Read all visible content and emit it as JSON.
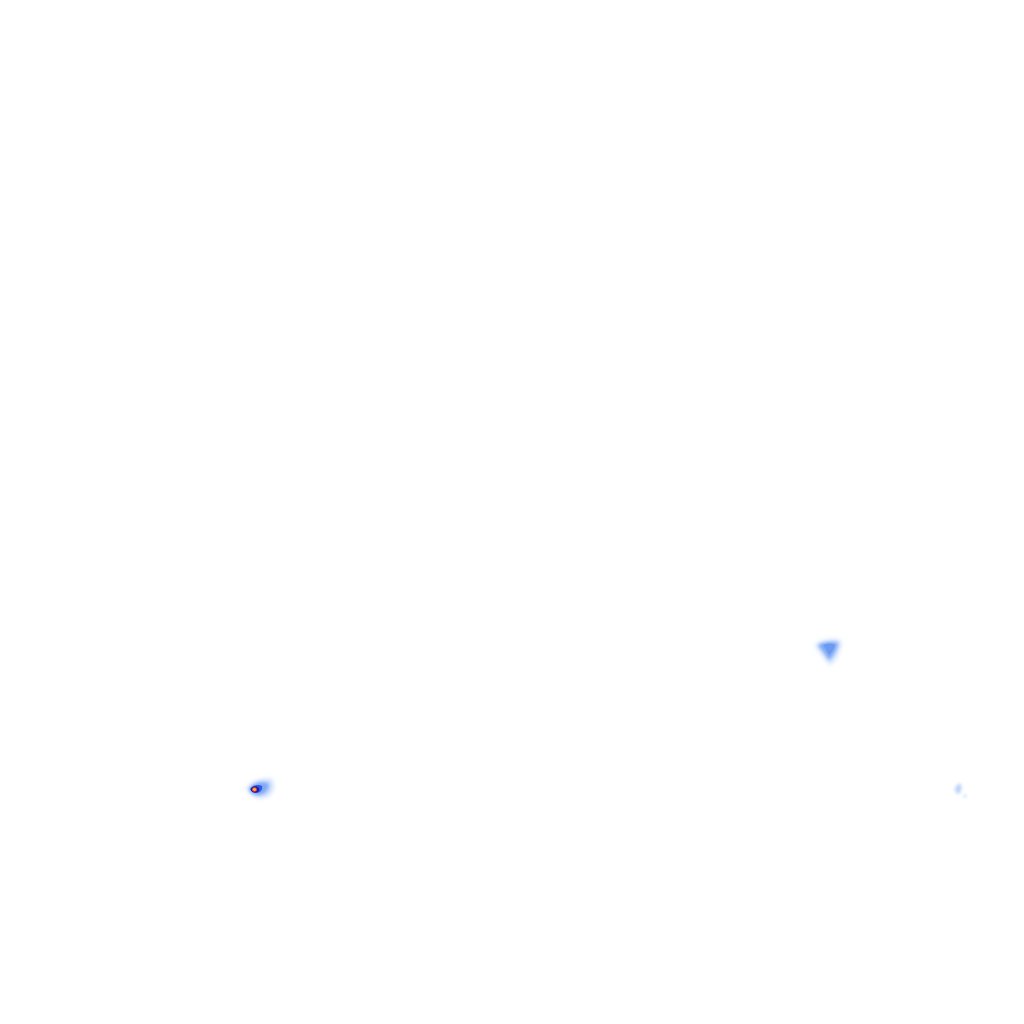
{
  "map": {
    "type": "precipitation-radar-overlay",
    "background_color": "#ffffff",
    "color_scale": {
      "light": "#c9dcff",
      "moderate": "#7fa9f5",
      "heavy": "#2f5be8",
      "intense": "#1a1aa8",
      "extreme": "#ff3b3b",
      "peak": "#ffd21a"
    },
    "echoes": [
      {
        "name": "echo-west",
        "max_intensity": "peak"
      },
      {
        "name": "echo-east",
        "max_intensity": "moderate"
      },
      {
        "name": "echo-far-east",
        "max_intensity": "light"
      }
    ]
  }
}
